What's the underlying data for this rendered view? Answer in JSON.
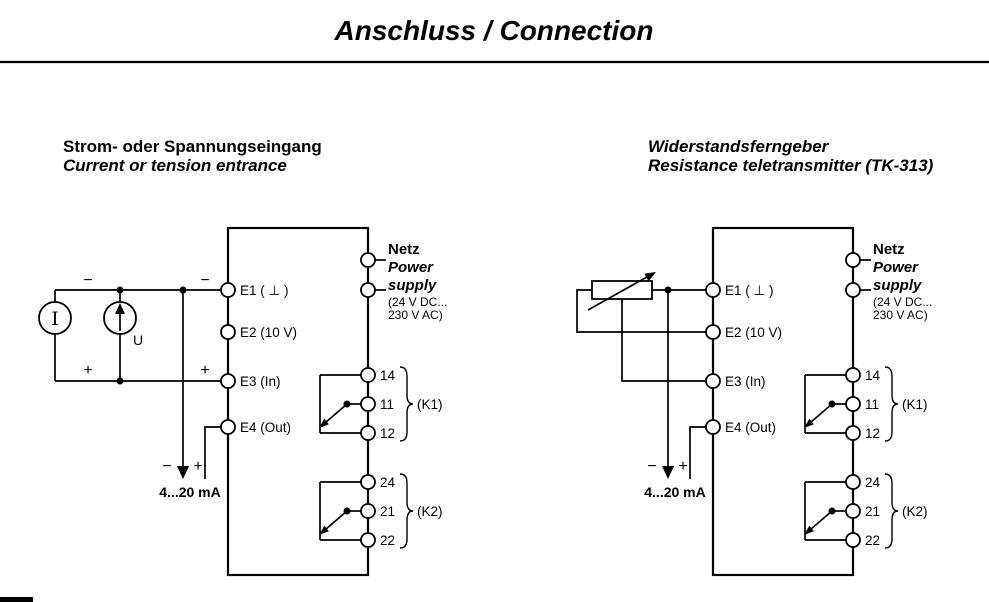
{
  "colors": {
    "ink": "#000000",
    "paper": "#ffffff"
  },
  "title": "Anschluss / Connection",
  "left": {
    "heading_de": "Strom- oder Spannungseingang",
    "heading_en": "Current or tension entrance",
    "terminals": {
      "e1": "E1 ( ⊥ )",
      "e2": "E2 (10 V)",
      "e3": "E3 (In)",
      "e4": "E4 (Out)"
    },
    "power": {
      "name_de": "Netz",
      "name_en1": "Power",
      "name_en2": "supply",
      "range1": "(24 V DC...",
      "range2": "230 V AC)"
    },
    "relay_k1": {
      "t_top": "14",
      "t_mid": "11",
      "t_bot": "12",
      "label": "(K1)"
    },
    "relay_k2": {
      "t_top": "24",
      "t_mid": "21",
      "t_bot": "22",
      "label": "(K2)"
    },
    "sources": {
      "current_symbol": "I",
      "voltage_symbol": "U",
      "minus": "−",
      "plus": "+"
    },
    "output": {
      "minus": "−",
      "plus": "+",
      "label": "4...20 mA"
    }
  },
  "right": {
    "heading_de": "Widerstandsferngeber",
    "heading_en": "Resistance teletransmitter (TK-313)",
    "terminals": {
      "e1": "E1 ( ⊥ )",
      "e2": "E2 (10 V)",
      "e3": "E3 (In)",
      "e4": "E4 (Out)"
    },
    "power": {
      "name_de": "Netz",
      "name_en1": "Power",
      "name_en2": "supply",
      "range1": "(24 V DC...",
      "range2": "230 V AC)"
    },
    "relay_k1": {
      "t_top": "14",
      "t_mid": "11",
      "t_bot": "12",
      "label": "(K1)"
    },
    "relay_k2": {
      "t_top": "24",
      "t_mid": "21",
      "t_bot": "22",
      "label": "(K2)"
    },
    "output": {
      "minus": "−",
      "plus": "+",
      "label": "4...20 mA"
    }
  }
}
